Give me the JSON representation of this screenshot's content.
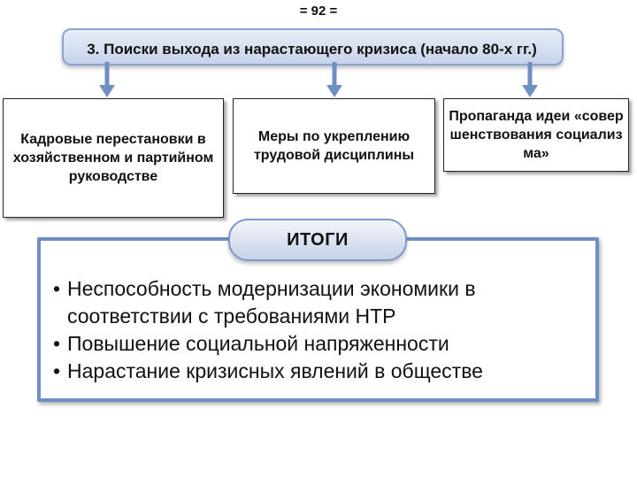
{
  "page_number": "= 92 =",
  "title": "3. Поиски выхода из нарастающего кризиса (начало 80-х гг.)",
  "measures": [
    "Кадровые перестановки в хозяйственном и партийном руководстве",
    "Меры по укреплению трудовой дисциплины",
    "Пропаганда идеи «совершенствования социализма»"
  ],
  "results": {
    "label": "ИТОГИ",
    "bullet": "•",
    "items": [
      "Неспособность модернизации экономики в соответствии с требованиями НТР",
      "Повышение социальной напряженности",
      "Нарастание кризисных явлений в обществе"
    ]
  },
  "colors": {
    "arrow": "#6f8fc4",
    "frame_border": "#6f8fc4",
    "title_fill": "#c7d3ea"
  }
}
